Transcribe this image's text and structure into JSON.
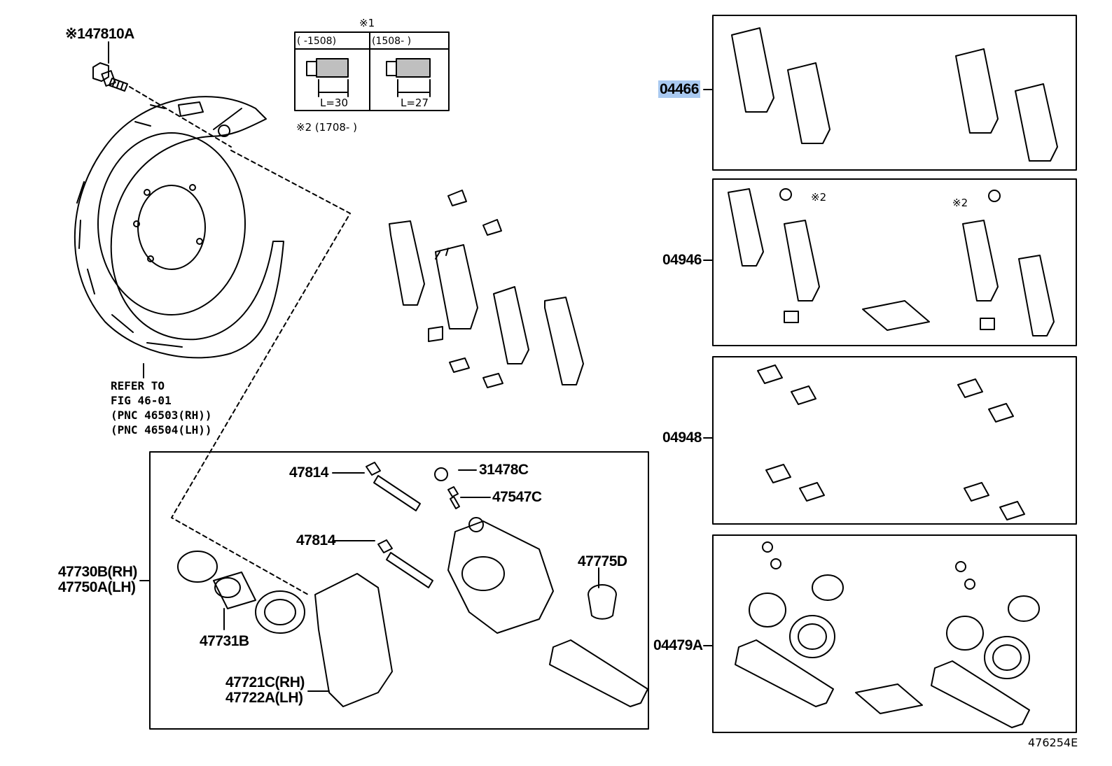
{
  "labels": {
    "bolt": "※147810A",
    "ref_lines": [
      "REFER TO",
      "FIG 46-01",
      "(PNC 46503(RH))",
      "(PNC 46504(LH))"
    ],
    "note1_mark": "※1",
    "note1_col1": "(      -1508)",
    "note1_col2": "(1508-      )",
    "note1_len1": "L=30",
    "note1_len2": "L=27",
    "note2": "※2 (1708-        )",
    "p47814a": "47814",
    "p31478c": "31478C",
    "p47547c": "47547C",
    "p47814b": "47814",
    "p47775d": "47775D",
    "p47730b": "47730B(RH)",
    "p47750a": "47750A(LH)",
    "p47731b": "47731B",
    "p47721c": "47721C(RH)",
    "p47722a": "47722A(LH)",
    "k04466": "04466",
    "k04946": "04946",
    "k04948": "04948",
    "k04479a": "04479A",
    "star2a": "※2",
    "star2b": "※2",
    "fig_id": "476254E"
  }
}
